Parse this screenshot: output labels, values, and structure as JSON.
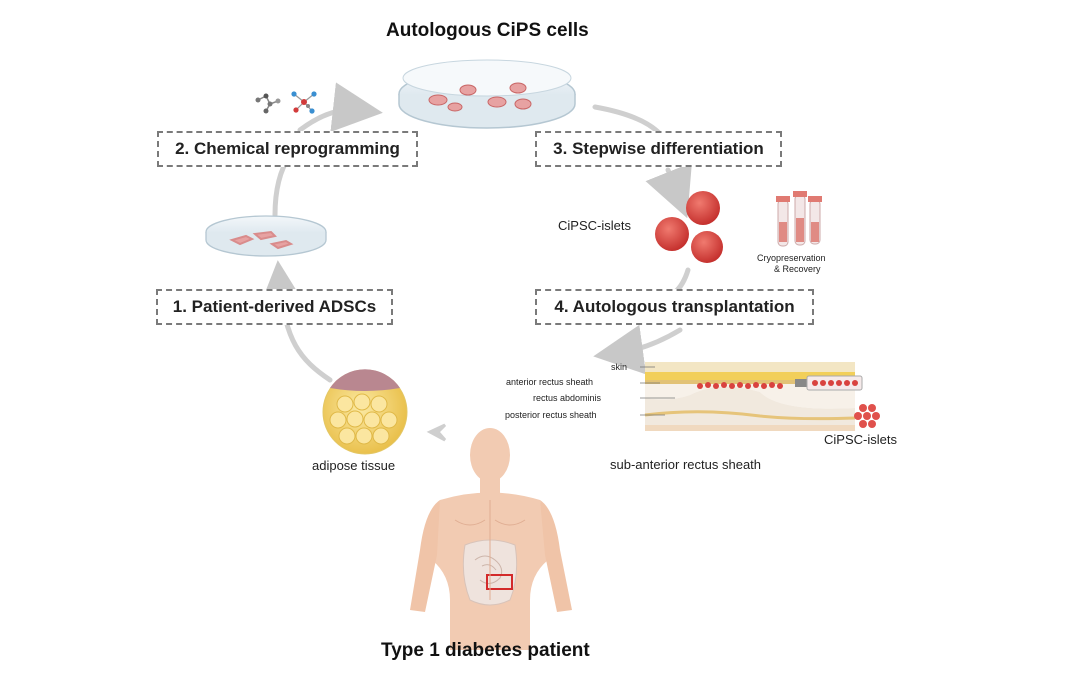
{
  "title_top": "Autologous CiPS cells",
  "title_bottom": "Type 1 diabetes patient",
  "steps": {
    "step1": "1. Patient-derived ADSCs",
    "step2": "2. Chemical reprogramming",
    "step3": "3. Stepwise differentiation",
    "step4": "4. Autologous transplantation"
  },
  "labels": {
    "islets_upper": "CiPSC-islets",
    "cryo": "Cryopreservation",
    "cryo2": "& Recovery",
    "adipose": "adipose tissue",
    "sheath_caption": "sub-anterior rectus sheath",
    "islets_lower": "CiPSC-islets"
  },
  "layers": [
    "skin",
    "anterior rectus sheath",
    "rectus abdominis",
    "posterior rectus sheath"
  ],
  "colors": {
    "arrow": "#c8c8c8",
    "dish": "#d8e6ee",
    "islet": "#d9423f",
    "adipose": "#f3d36b",
    "body": "#f2cbb2"
  }
}
